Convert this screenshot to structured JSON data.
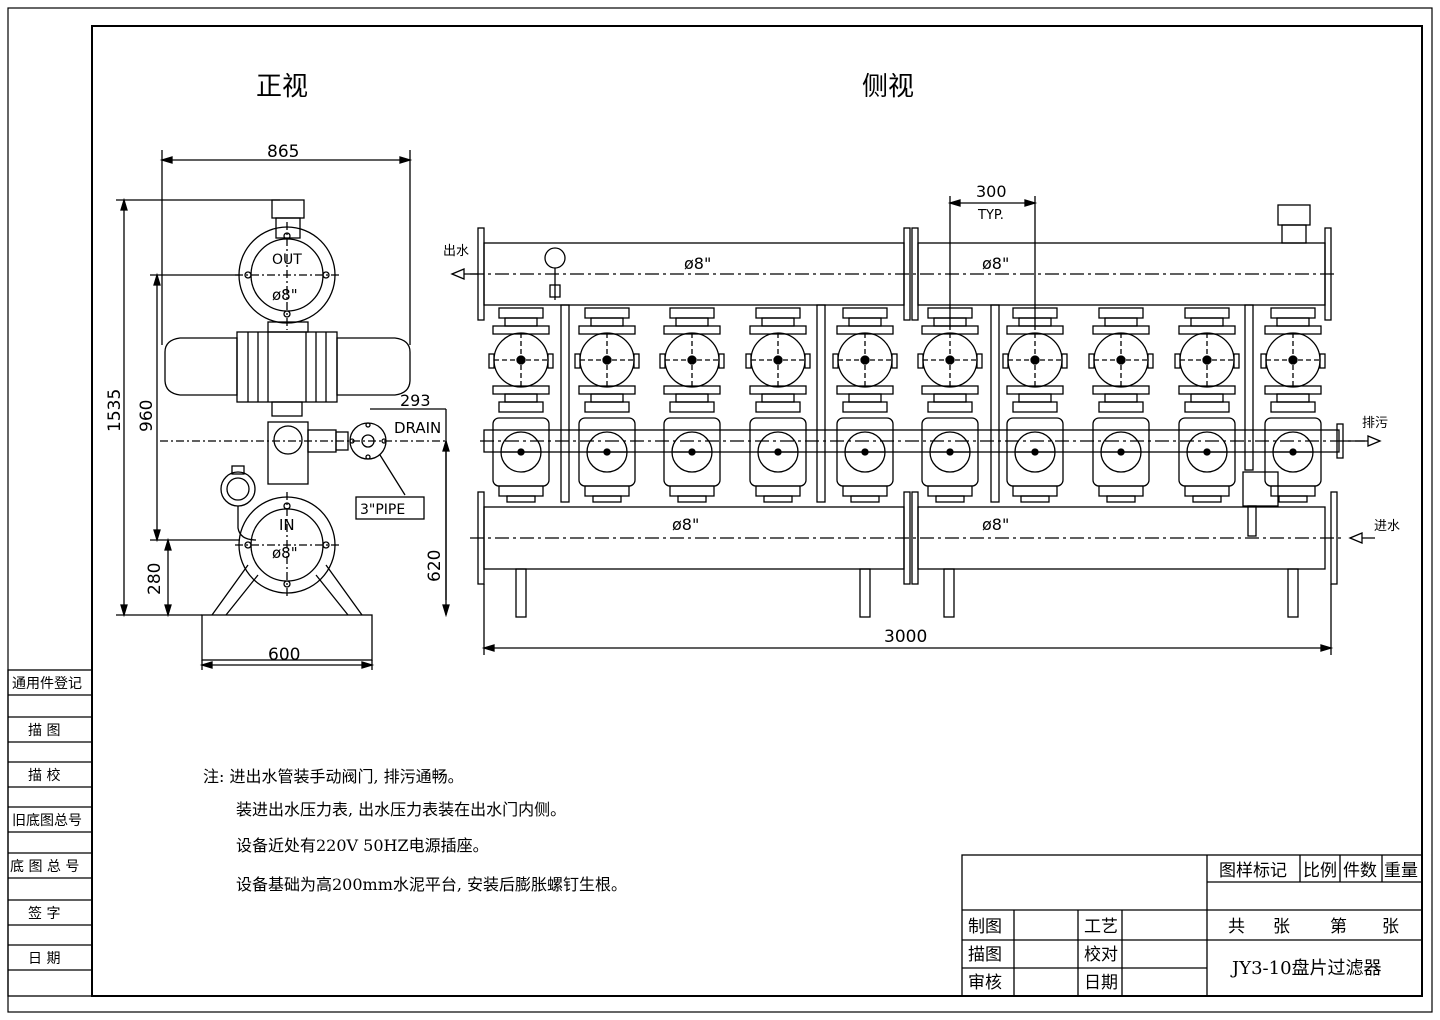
{
  "titles": {
    "front": "正视",
    "side": "侧视"
  },
  "front": {
    "width_dim": "865",
    "height_total": "1535",
    "height_mid": "960",
    "height_base": "280",
    "height_inlet": "620",
    "base_width": "600",
    "drain_dim": "293",
    "drain_label": "DRAIN",
    "pipe_label": "3\"PIPE",
    "out_label": "OUT",
    "out_size": "ø8\"",
    "in_label": "IN",
    "in_size": "ø8\""
  },
  "side": {
    "spacing": "300",
    "spacing_note": "TYP.",
    "top_pipe_left": "ø8\"",
    "top_pipe_right": "ø8\"",
    "bottom_pipe_left": "ø8\"",
    "bottom_pipe_right": "ø8\"",
    "overall_length": "3000",
    "outlet_label": "出水",
    "drain_label": "排污",
    "inlet_label": "进水"
  },
  "notes": [
    "注: 进出水管装手动阀门, 排污通畅。",
    "装进出水压力表, 出水压力表装在出水门内侧。",
    "设备近处有220V 50HZ电源插座。",
    "设备基础为高200mm水泥平台, 安装后膨胀螺钉生根。"
  ],
  "side_panel": [
    "通用件登记",
    "描  图",
    "描  校",
    "旧底图总号",
    "底 图 总 号",
    "签  字",
    "日  期"
  ],
  "title_block": {
    "header": [
      "图样标记",
      "比例",
      "件数",
      "重量"
    ],
    "rows": [
      [
        "制图",
        "工艺"
      ],
      [
        "描图",
        "校对"
      ],
      [
        "审核",
        "日期"
      ]
    ],
    "sheet_total": "共",
    "sheet_unit": "张",
    "sheet_no": "第",
    "sheet_unit2": "张",
    "drawing_name": "JY3-10盘片过滤器"
  }
}
